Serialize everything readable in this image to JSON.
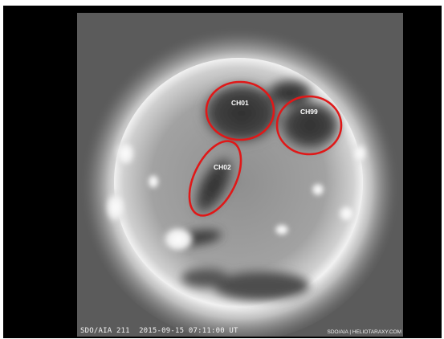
{
  "image": {
    "instrument_caption": "SDO/AIA  211",
    "timestamp_caption": "2015-09-15 07:11:00 UT",
    "credit_caption": "SDO/AIA | HELIOTARAXY.COM"
  },
  "regions": [
    {
      "label": "CH01"
    },
    {
      "label": "CH99"
    },
    {
      "label": "CH02"
    }
  ],
  "colors": {
    "annotation_ellipse": "#e01818",
    "background": "#000000",
    "frame": "#ffffff"
  }
}
